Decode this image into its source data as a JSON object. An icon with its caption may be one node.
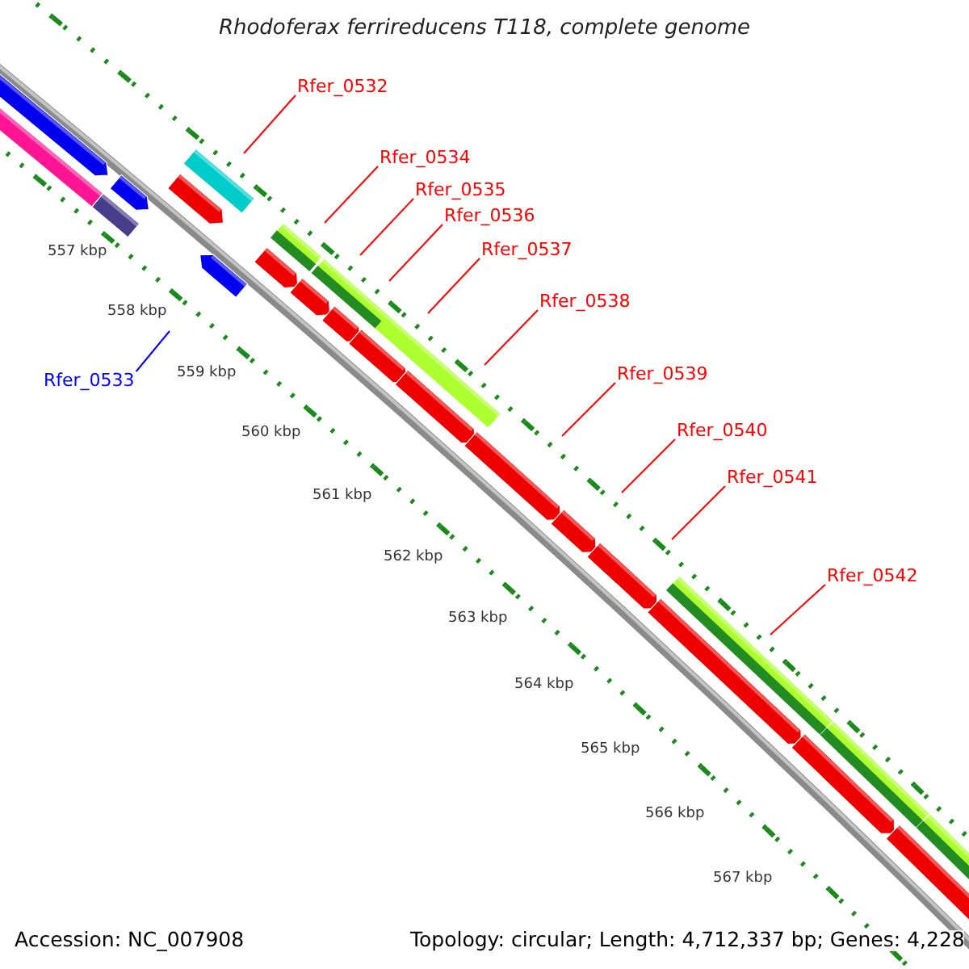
{
  "diagram": {
    "title": "Rhodoferax ferrireducens T118, complete genome",
    "nodes": [
      {
        "text": [
          "Rfer_0532"
        ]
      },
      {
        "text": [
          "Rfer_0534"
        ]
      },
      {
        "text": [
          "Rfer_0535"
        ]
      },
      {
        "text": [
          "Rfer_0536"
        ]
      },
      {
        "text": [
          "Rfer_0537"
        ]
      },
      {
        "text": [
          "Rfer_0538"
        ]
      },
      {
        "text": [
          "Rfer_0539"
        ]
      },
      {
        "text": [
          "Rfer_0540"
        ]
      },
      {
        "text": [
          "Rfer_0541"
        ]
      },
      {
        "text": [
          "Rfer_0542"
        ]
      },
      {
        "text": [
          "Rfer_0533"
        ]
      }
    ],
    "edges": [
      {
        "from": 0,
        "to": null,
        "arrow": "none"
      },
      {
        "from": 1,
        "to": null,
        "arrow": "none"
      },
      {
        "from": 2,
        "to": null,
        "arrow": "none"
      },
      {
        "from": 3,
        "to": null,
        "arrow": "none"
      },
      {
        "from": 4,
        "to": null,
        "arrow": "none"
      },
      {
        "from": 5,
        "to": null,
        "arrow": "none"
      },
      {
        "from": 6,
        "to": null,
        "arrow": "none"
      },
      {
        "from": 7,
        "to": null,
        "arrow": "none"
      },
      {
        "from": 8,
        "to": null,
        "arrow": "none"
      },
      {
        "from": 9,
        "to": null,
        "arrow": "none"
      },
      {
        "from": 10,
        "to": null,
        "arrow": "none",
        "color": "#0000ff"
      }
    ],
    "labels": [
      "557 kbp",
      "558 kbp",
      "559 kbp",
      "560 kbp",
      "561 kbp",
      "562 kbp",
      "563 kbp",
      "564 kbp",
      "565 kbp",
      "566 kbp",
      "567 kbp",
      "Accession: NC_007908",
      "Topology: circular; Length: 4,712,337 bp; Genes: 4,228"
    ]
  }
}
